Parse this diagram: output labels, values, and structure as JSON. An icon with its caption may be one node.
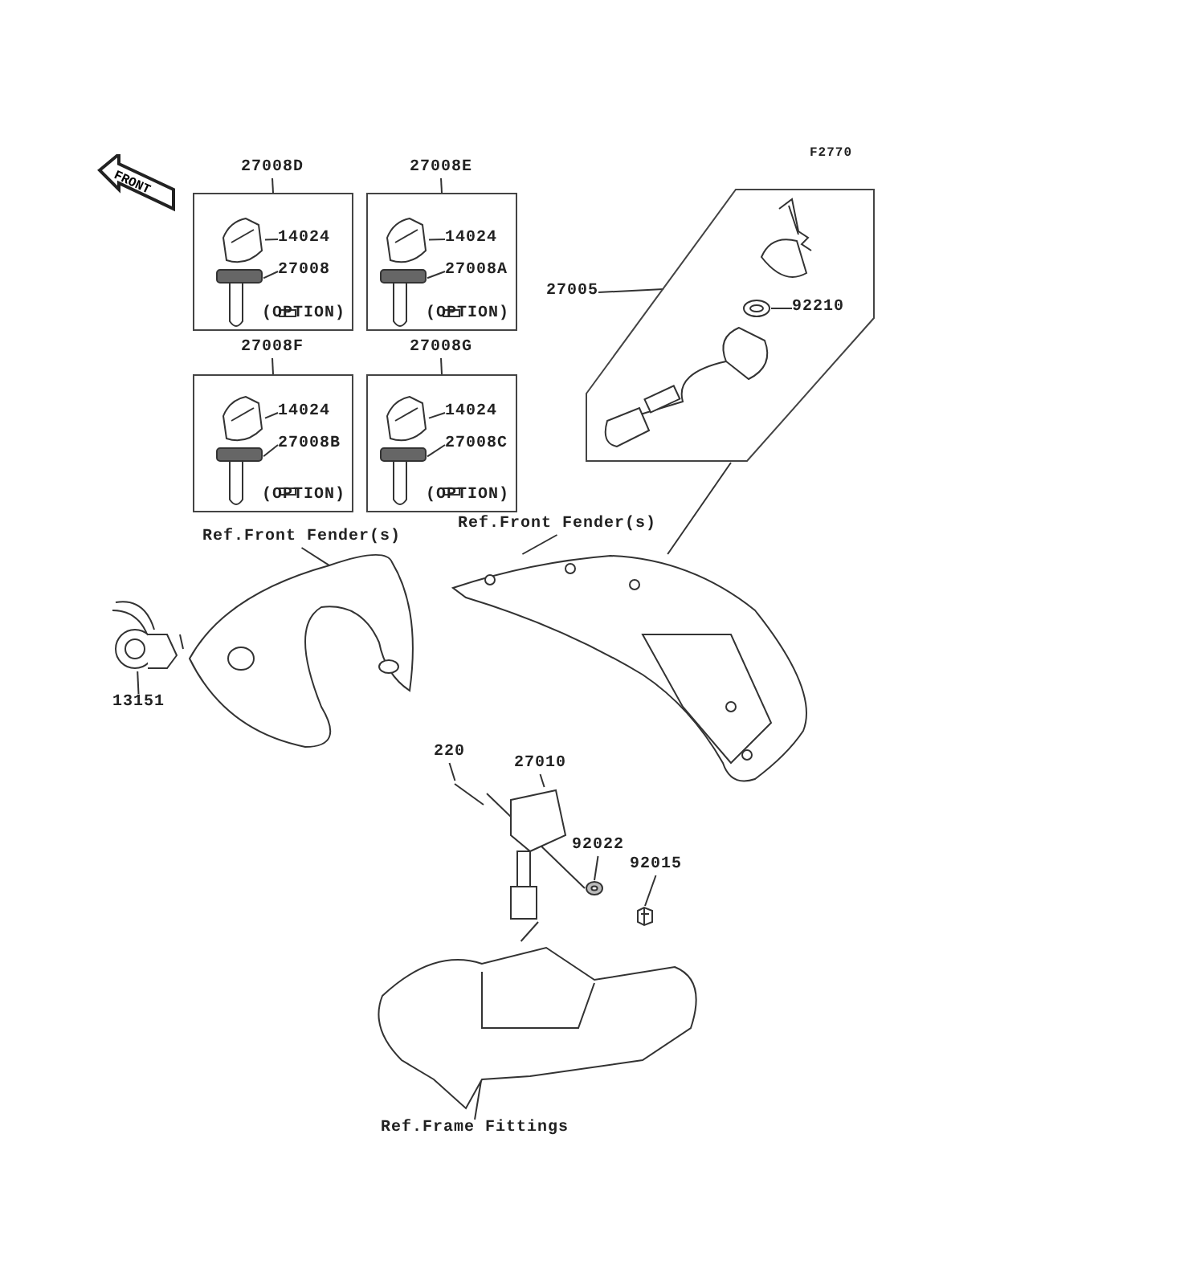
{
  "diagram": {
    "nodes": [
      {
        "text": [
          "27008D"
        ]
      },
      {
        "text": [
          "(OPTION)"
        ]
      },
      {
        "text": [
          "14024"
        ],
        "in": 1
      },
      {
        "text": [
          "27008"
        ],
        "in": 1
      },
      {
        "text": [
          "27008E"
        ]
      },
      {
        "text": [
          "(OPTION)"
        ]
      },
      {
        "text": [
          "14024"
        ],
        "in": 5
      },
      {
        "text": [
          "27008A"
        ],
        "in": 5
      },
      {
        "text": [
          "27008F"
        ]
      },
      {
        "text": [
          "(OPTION)"
        ]
      },
      {
        "text": [
          "14024"
        ],
        "in": 9
      },
      {
        "text": [
          "27008B"
        ],
        "in": 9
      },
      {
        "text": [
          "27008G"
        ]
      },
      {
        "text": [
          "(OPTION)"
        ]
      },
      {
        "text": [
          "14024"
        ],
        "in": 13
      },
      {
        "text": [
          "27008C"
        ],
        "in": 13
      },
      {
        "text": [
          "27005"
        ]
      },
      {
        "text": [],
        "shape": "polygon"
      },
      {
        "text": [
          "92210"
        ],
        "in": 17
      },
      {
        "text": [
          "Ref.Front Fender(s)"
        ]
      },
      {
        "text": [
          "Ref.Front Fender(s)"
        ]
      },
      {
        "text": [
          "13151"
        ]
      },
      {
        "text": [
          "220"
        ]
      },
      {
        "text": [
          "27010"
        ]
      },
      {
        "text": [
          "92022"
        ]
      },
      {
        "text": [
          "92015"
        ]
      },
      {
        "text": [
          "Ref.Frame Fittings"
        ]
      },
      {
        "text": [],
        "shape": "picture",
        "in": 1
      },
      {
        "text": [],
        "shape": "picture",
        "in": 1
      },
      {
        "text": [],
        "shape": "picture",
        "in": 5
      },
      {
        "text": [],
        "shape": "picture",
        "in": 5
      },
      {
        "text": [],
        "shape": "picture",
        "in": 9
      },
      {
        "text": [],
        "shape": "picture",
        "in": 9
      },
      {
        "text": [],
        "shape": "picture",
        "in": 13
      },
      {
        "text": [],
        "shape": "picture",
        "in": 13
      },
      {
        "text": [],
        "shape": "picture",
        "in": 17
      },
      {
        "text": [],
        "shape": "picture"
      },
      {
        "text": [],
        "shape": "picture"
      },
      {
        "text": [],
        "shape": "picture"
      },
      {
        "text": [],
        "shape": "picture"
      },
      {
        "text": [],
        "shape": "picture"
      },
      {
        "text": [],
        "shape": "picture"
      },
      {
        "text": [],
        "shape": "picture"
      },
      {
        "text": [],
        "shape": "picture"
      }
    ],
    "edges": [
      {
        "from": 0,
        "to": 1,
        "arrow": "none"
      },
      {
        "from": 2,
        "to": 27,
        "arrow": "none"
      },
      {
        "from": 3,
        "to": 28,
        "arrow": "none"
      },
      {
        "from": 4,
        "to": 5,
        "arrow": "none"
      },
      {
        "from": 6,
        "to": 29,
        "arrow": "none"
      },
      {
        "from": 7,
        "to": 30,
        "arrow": "none"
      },
      {
        "from": 8,
        "to": 9,
        "arrow": "none"
      },
      {
        "from": 10,
        "to": 31,
        "arrow": "none"
      },
      {
        "from": 11,
        "to": 32,
        "arrow": "none"
      },
      {
        "from": 12,
        "to": 13,
        "arrow": "none"
      },
      {
        "from": 14,
        "to": 33,
        "arrow": "none"
      },
      {
        "from": 15,
        "to": 34,
        "arrow": "none"
      },
      {
        "from": 16,
        "to": 17,
        "arrow": "none"
      },
      {
        "from": 18,
        "to": 35,
        "arrow": "none"
      },
      {
        "from": 17,
        "to": 37,
        "arrow": "none"
      },
      {
        "from": 19,
        "to": 36,
        "arrow": "none"
      },
      {
        "from": 20,
        "to": 37,
        "arrow": "none"
      },
      {
        "from": 21,
        "to": 38,
        "arrow": "none"
      },
      {
        "from": 22,
        "to": 39,
        "arrow": "none"
      },
      {
        "from": 23,
        "to": 40,
        "arrow": "none"
      },
      {
        "from": 24,
        "to": 41,
        "arrow": "none"
      },
      {
        "from": 25,
        "to": 42,
        "arrow": "none"
      },
      {
        "from": 26,
        "to": 43,
        "arrow": "none"
      },
      {
        "from": 38,
        "to": 36,
        "arrow": "none"
      },
      {
        "from": 39,
        "to": 41,
        "arrow": "none"
      },
      {
        "from": 40,
        "to": 43,
        "arrow": "none"
      }
    ],
    "labels": [
      "FRONT",
      "F2770"
    ]
  }
}
